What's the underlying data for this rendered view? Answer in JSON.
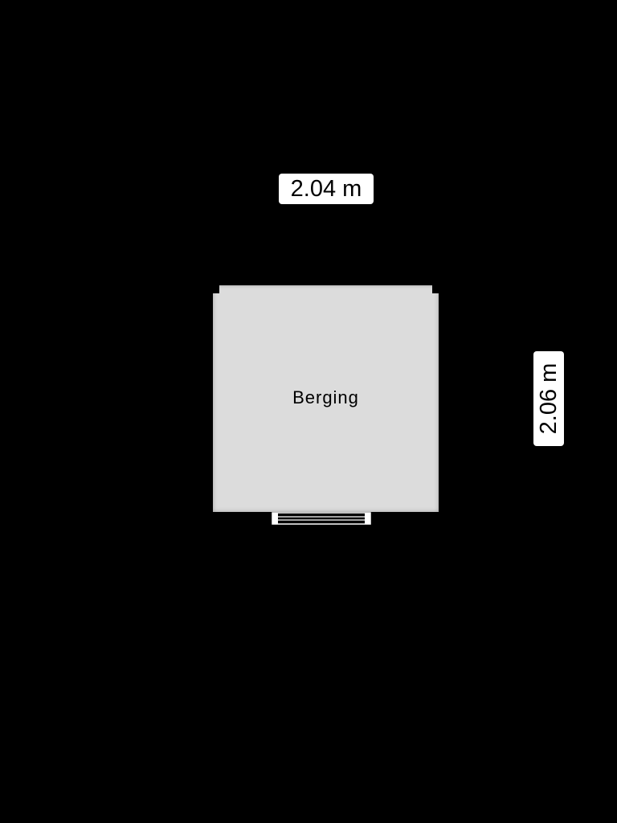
{
  "floorplan": {
    "room_name": "Berging",
    "width_label": "2.04 m",
    "height_label": "2.06 m",
    "room_fill": "#dcdcdc",
    "background": "#000000",
    "label_background": "#ffffff"
  }
}
